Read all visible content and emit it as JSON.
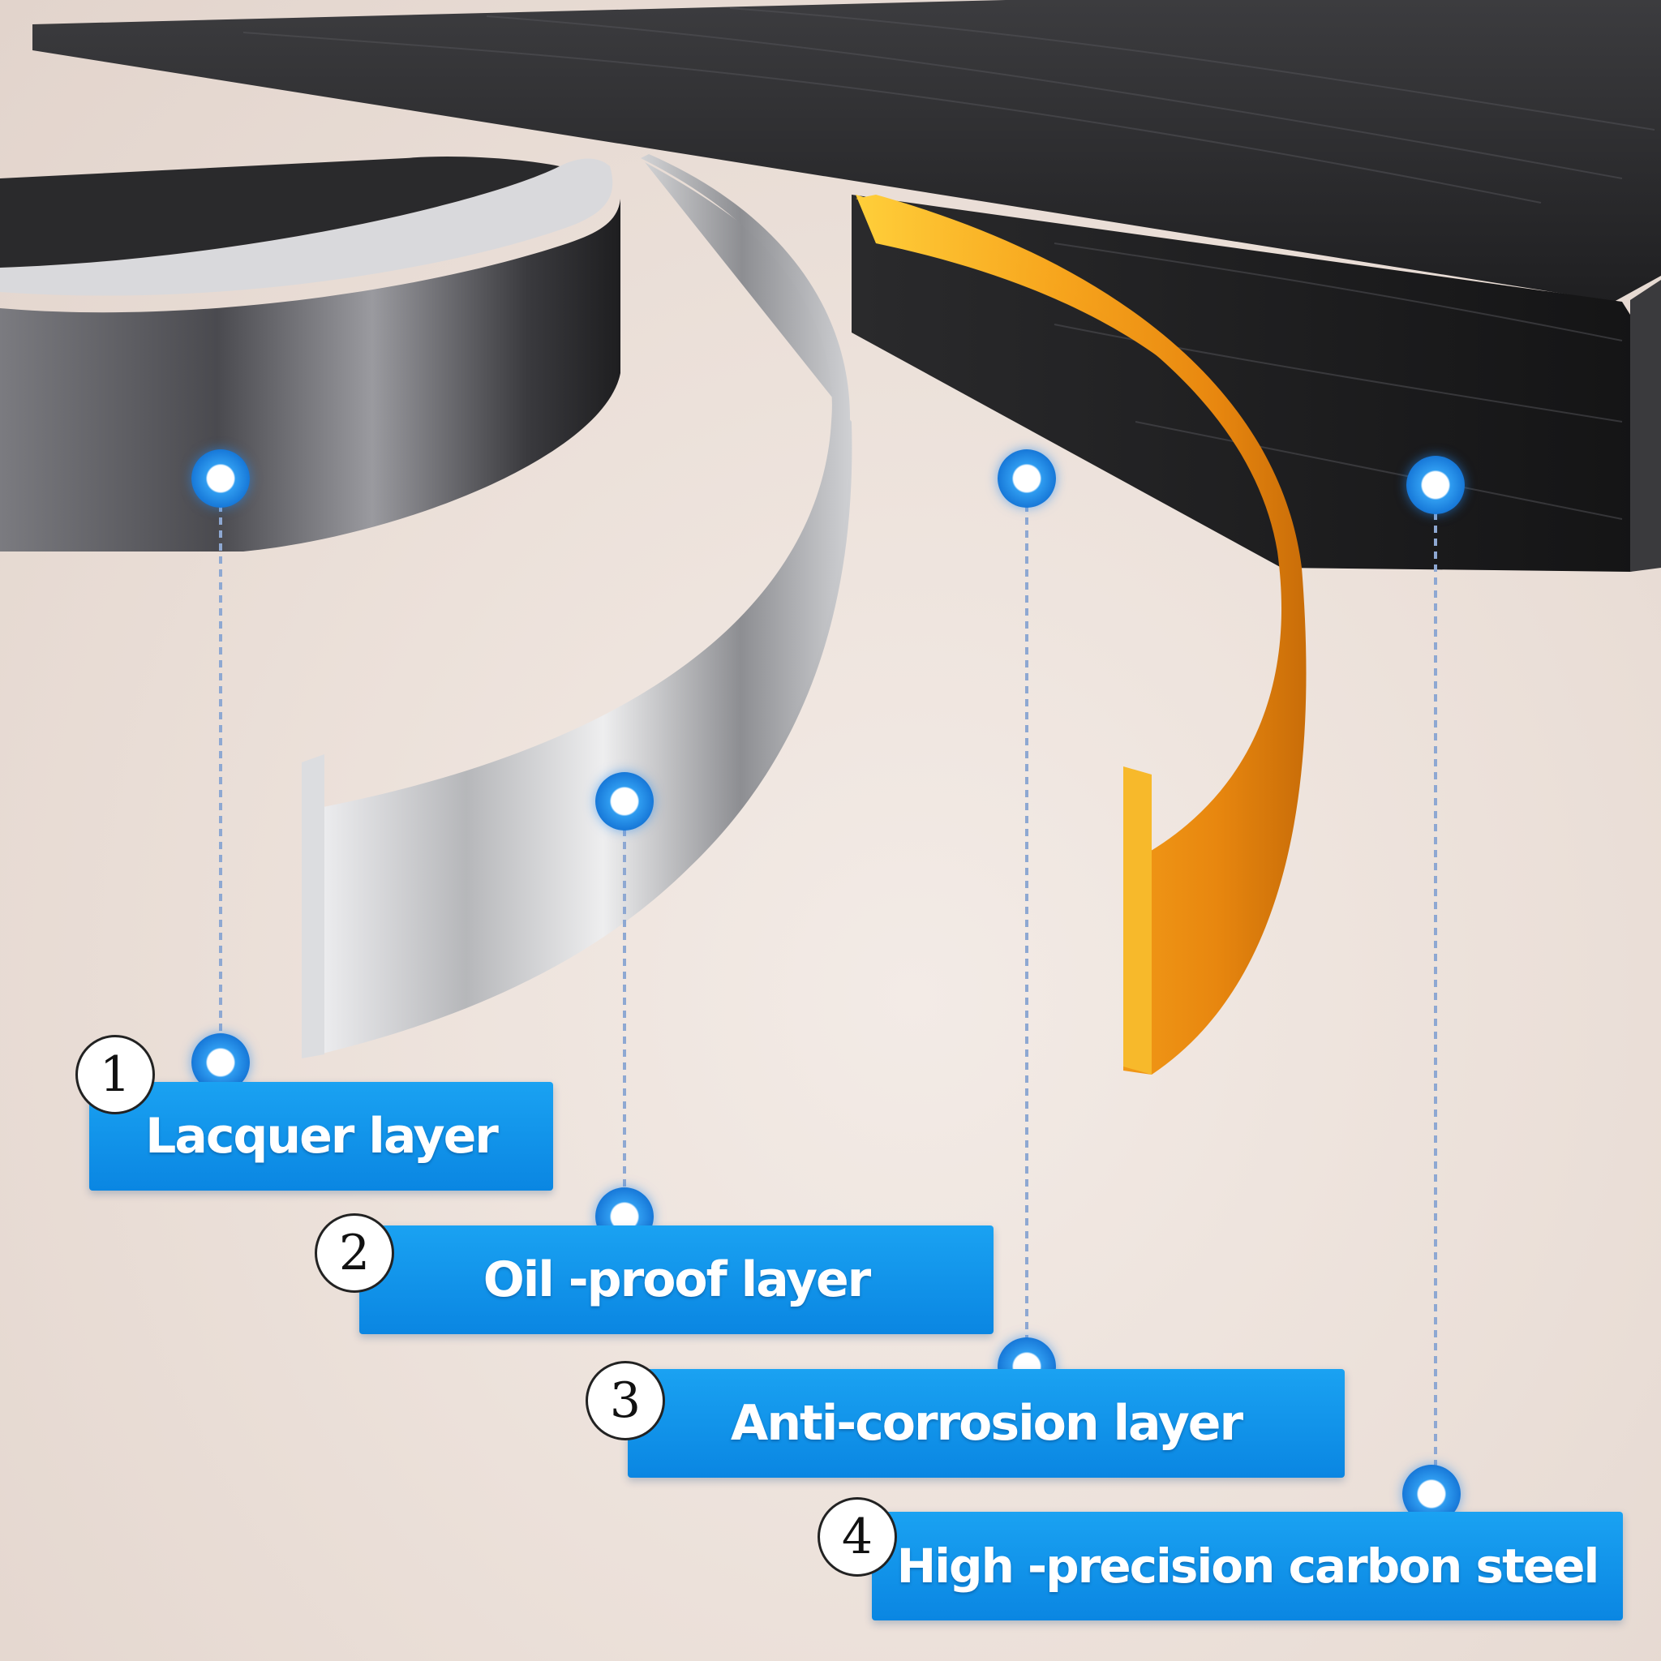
{
  "layers": [
    {
      "number": "1",
      "label": "Lacquer layer"
    },
    {
      "number": "2",
      "label": "Oil -proof layer"
    },
    {
      "number": "3",
      "label": "Anti-corrosion layer"
    },
    {
      "number": "4",
      "label": "High -precision carbon steel"
    }
  ],
  "colors": {
    "callout_blue": "#0a86e2",
    "lacquer_band": "#5a5a5f",
    "oil_proof_band": "#c8c9cc",
    "anti_corrosion_band": "#f5a81c",
    "wood_panel": "#2b2b2d",
    "background": "#ece1da"
  }
}
